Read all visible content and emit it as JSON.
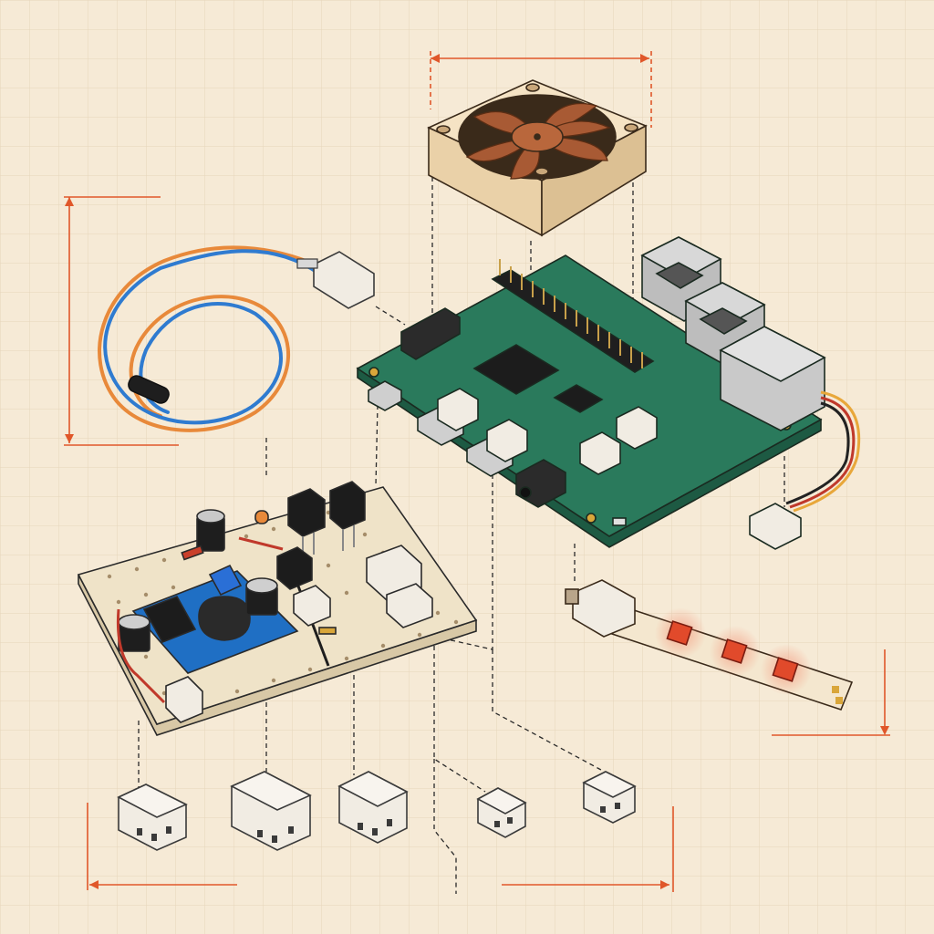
{
  "palette": {
    "paper": "#f6ead6",
    "grid": "#e6d5bb",
    "dimension_orange": "#e0572a",
    "pcb_green": "#2a7a5c",
    "pcb_edge": "#1d5a43",
    "fan_frame": "#f5e3c4",
    "fan_blade": "#a85a34",
    "metal": "#bdbdbd",
    "connector": "#f1ece3",
    "perfboard": "#efe3c8",
    "module_blue": "#1f6fc4",
    "wire_orange": "#e8893a",
    "wire_blue": "#2f7bd0",
    "led_red": "#e14a2b",
    "chip_black": "#222222"
  },
  "components": [
    "cooling-fan",
    "single-board-computer",
    "twisted-pair-cable",
    "perfboard-power-module",
    "led-strip",
    "jst-connector-set"
  ],
  "connector_count": 5
}
